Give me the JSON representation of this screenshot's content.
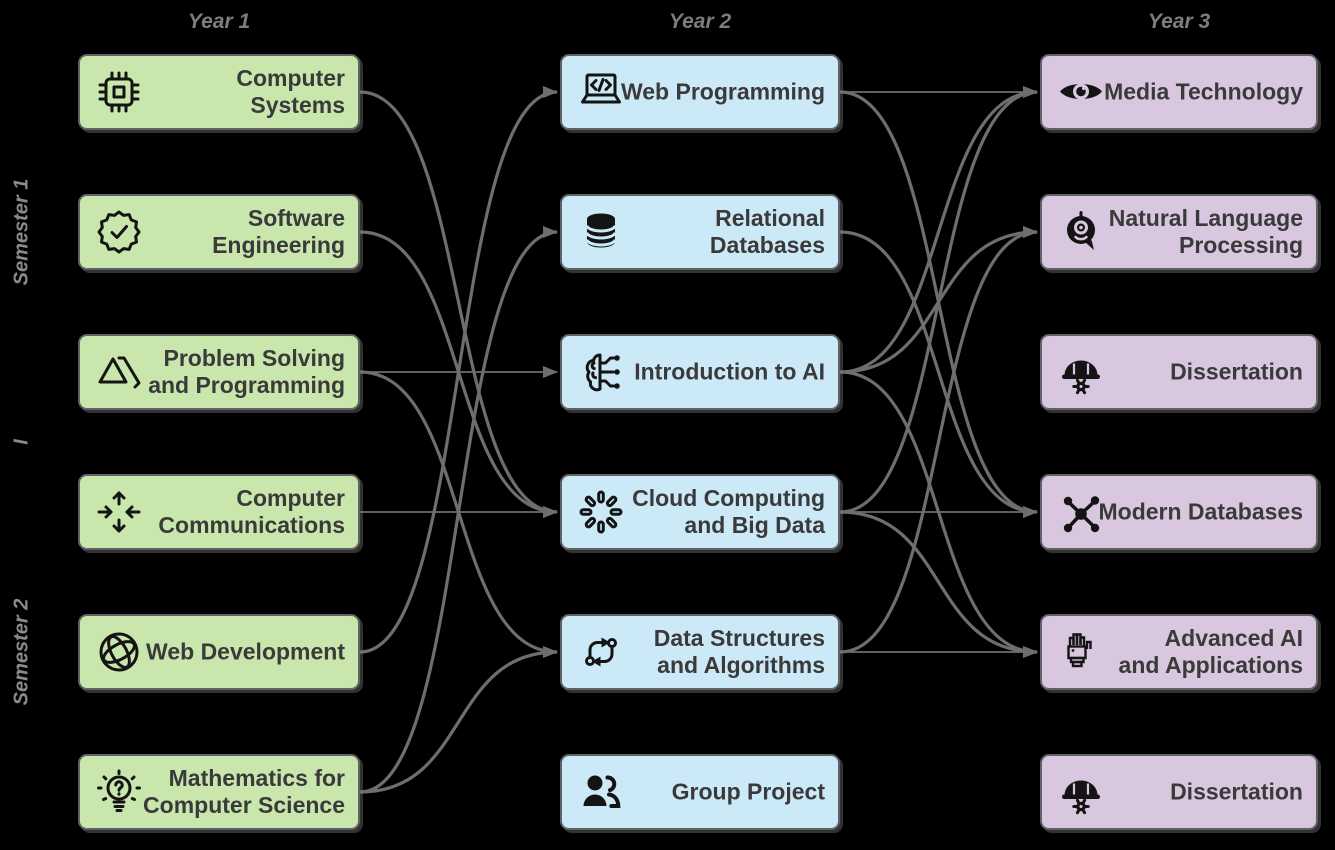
{
  "diagram": {
    "year_headers": [
      "Year 1",
      "Year 2",
      "Year 3"
    ],
    "semester_labels": {
      "semester1": "Semester 1",
      "divider": "I",
      "semester2": "Semester 2"
    },
    "colors": {
      "background": "#000000",
      "year1_fill": "#c9e7ad",
      "year2_fill": "#cce9f8",
      "year3_fill": "#d9c6df",
      "box_border": "#5f6368",
      "box_text": "#3a3a3a",
      "header_text": "#7c7c7c",
      "semester_text": "#8a8a8a",
      "edge": "#6e6e6e",
      "icon": "#141414"
    },
    "nodes": [
      {
        "id": "computer-systems",
        "year": 1,
        "row": 1,
        "label": "Computer\nSystems",
        "icon": "cpu-icon"
      },
      {
        "id": "software-engineering",
        "year": 1,
        "row": 2,
        "label": "Software\nEngineering",
        "icon": "badge-check-icon"
      },
      {
        "id": "problem-solving",
        "year": 1,
        "row": 3,
        "label": "Problem Solving\nand Programming",
        "icon": "triangle-icon"
      },
      {
        "id": "computer-communications",
        "year": 1,
        "row": 4,
        "label": "Computer\nCommunications",
        "icon": "arrows-in-icon"
      },
      {
        "id": "web-development",
        "year": 1,
        "row": 5,
        "label": "Web Development",
        "icon": "globe-icon"
      },
      {
        "id": "mathematics",
        "year": 1,
        "row": 6,
        "label": "Mathematics for\nComputer Science",
        "icon": "bulb-question-icon"
      },
      {
        "id": "web-programming",
        "year": 2,
        "row": 1,
        "label": "Web Programming",
        "icon": "laptop-code-icon"
      },
      {
        "id": "relational-databases",
        "year": 2,
        "row": 2,
        "label": "Relational\nDatabases",
        "icon": "database-icon"
      },
      {
        "id": "introduction-to-ai",
        "year": 2,
        "row": 3,
        "label": "Introduction to AI",
        "icon": "ai-brain-icon"
      },
      {
        "id": "cloud-computing",
        "year": 2,
        "row": 4,
        "label": "Cloud Computing\nand Big Data",
        "icon": "spinner-icon"
      },
      {
        "id": "data-structures",
        "year": 2,
        "row": 5,
        "label": "Data Structures\nand Algorithms",
        "icon": "loop-arrows-icon"
      },
      {
        "id": "group-project",
        "year": 2,
        "row": 6,
        "label": "Group Project",
        "icon": "people-icon"
      },
      {
        "id": "media-technology",
        "year": 3,
        "row": 1,
        "label": "Media Technology",
        "icon": "eye-icon"
      },
      {
        "id": "natural-language-processing",
        "year": 3,
        "row": 2,
        "label": "Natural Language\nProcessing",
        "icon": "bot-icon"
      },
      {
        "id": "dissertation-s1",
        "year": 3,
        "row": 3,
        "label": "Dissertation",
        "icon": "hardhat-gear-icon"
      },
      {
        "id": "modern-databases",
        "year": 3,
        "row": 4,
        "label": "Modern Databases",
        "icon": "network-icon"
      },
      {
        "id": "advanced-ai",
        "year": 3,
        "row": 5,
        "label": "Advanced AI\nand Applications",
        "icon": "robot-hand-icon"
      },
      {
        "id": "dissertation-s2",
        "year": 3,
        "row": 6,
        "label": "Dissertation",
        "icon": "hardhat-gear-icon"
      }
    ],
    "edges": [
      {
        "from": "computer-systems",
        "to": "cloud-computing",
        "style": "curve"
      },
      {
        "from": "software-engineering",
        "to": "cloud-computing",
        "style": "curve"
      },
      {
        "from": "problem-solving",
        "to": "introduction-to-ai",
        "style": "straight"
      },
      {
        "from": "problem-solving",
        "to": "data-structures",
        "style": "curve"
      },
      {
        "from": "computer-communications",
        "to": "cloud-computing",
        "style": "straight"
      },
      {
        "from": "web-development",
        "to": "web-programming",
        "style": "curve"
      },
      {
        "from": "mathematics",
        "to": "relational-databases",
        "style": "curve"
      },
      {
        "from": "mathematics",
        "to": "data-structures",
        "style": "curve"
      },
      {
        "from": "web-programming",
        "to": "media-technology",
        "style": "straight"
      },
      {
        "from": "web-programming",
        "to": "modern-databases",
        "style": "curve"
      },
      {
        "from": "relational-databases",
        "to": "modern-databases",
        "style": "curve"
      },
      {
        "from": "introduction-to-ai",
        "to": "media-technology",
        "style": "curve"
      },
      {
        "from": "introduction-to-ai",
        "to": "natural-language-processing",
        "style": "curve"
      },
      {
        "from": "introduction-to-ai",
        "to": "advanced-ai",
        "style": "curve"
      },
      {
        "from": "cloud-computing",
        "to": "modern-databases",
        "style": "straight"
      },
      {
        "from": "cloud-computing",
        "to": "media-technology",
        "style": "curve"
      },
      {
        "from": "cloud-computing",
        "to": "advanced-ai",
        "style": "curve"
      },
      {
        "from": "data-structures",
        "to": "natural-language-processing",
        "style": "curve"
      },
      {
        "from": "data-structures",
        "to": "advanced-ai",
        "style": "straight"
      }
    ]
  }
}
